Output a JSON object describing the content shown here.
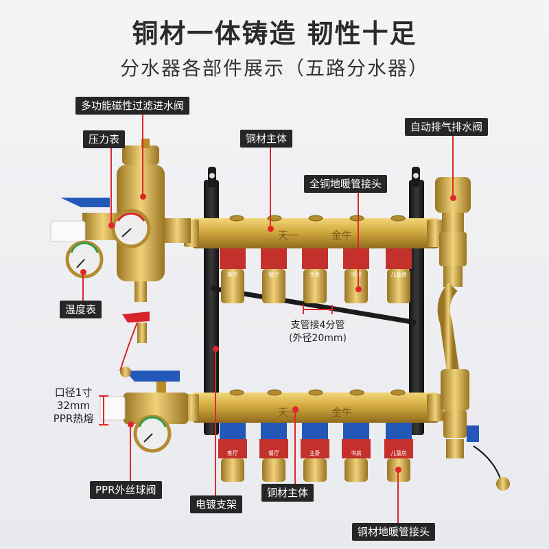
{
  "header": {
    "title": "铜材一体铸造  韧性十足",
    "subtitle": "分水器各部件展示（五路分水器）"
  },
  "callouts": {
    "filter_valve": "多功能磁性过滤进水阀",
    "pressure_gauge": "压力表",
    "copper_body_top": "铜材主体",
    "auto_vent_valve": "自动排气排水阀",
    "floor_heat_fitting_copper": "全铜地暖管接头",
    "thermometer": "温度表",
    "branch_pipe_line1": "支管接4分管",
    "branch_pipe_line2": "(外径20mm)",
    "inlet_size_line1": "口径1寸",
    "inlet_size_line2": "32mm",
    "inlet_size_line3": "PPR热熔",
    "ppr_ball_valve": "PPR外丝球阀",
    "plated_bracket": "电镀支架",
    "copper_body_bottom": "铜材主体",
    "copper_floor_fitting": "铜材地暖管接头"
  },
  "brand": {
    "text_top_left": "天一",
    "text_top_right": "金牛",
    "text_bottom_left": "天一",
    "text_bottom_right": "金牛"
  },
  "room_tags": [
    "客厅",
    "餐厅",
    "主卧",
    "书房",
    "儿童房"
  ],
  "colors": {
    "brass": "#d2a93f",
    "leader_red": "#e0262b",
    "label_bg": "#262626",
    "valve_red": "#d8232a",
    "valve_blue": "#2458b8"
  }
}
